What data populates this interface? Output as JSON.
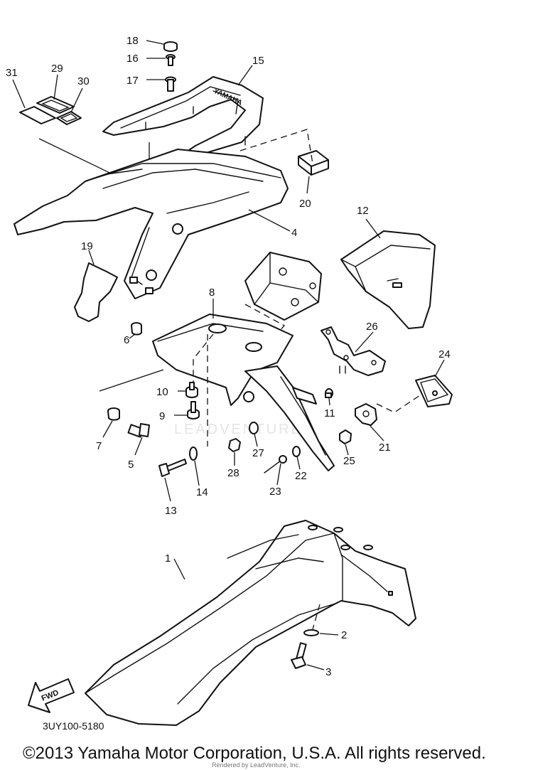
{
  "diagram": {
    "callouts": [
      {
        "id": "1",
        "label": "1"
      },
      {
        "id": "2",
        "label": "2"
      },
      {
        "id": "3",
        "label": "3"
      },
      {
        "id": "4",
        "label": "4"
      },
      {
        "id": "5",
        "label": "5"
      },
      {
        "id": "6",
        "label": "6"
      },
      {
        "id": "7",
        "label": "7"
      },
      {
        "id": "8",
        "label": "8"
      },
      {
        "id": "9",
        "label": "9"
      },
      {
        "id": "10",
        "label": "10"
      },
      {
        "id": "11",
        "label": "11"
      },
      {
        "id": "12",
        "label": "12"
      },
      {
        "id": "13",
        "label": "13"
      },
      {
        "id": "14",
        "label": "14"
      },
      {
        "id": "15",
        "label": "15"
      },
      {
        "id": "16",
        "label": "16"
      },
      {
        "id": "17",
        "label": "17"
      },
      {
        "id": "18",
        "label": "18"
      },
      {
        "id": "19",
        "label": "19"
      },
      {
        "id": "20",
        "label": "20"
      },
      {
        "id": "21",
        "label": "21"
      },
      {
        "id": "22",
        "label": "22"
      },
      {
        "id": "23",
        "label": "23"
      },
      {
        "id": "24",
        "label": "24"
      },
      {
        "id": "25",
        "label": "25"
      },
      {
        "id": "26",
        "label": "26"
      },
      {
        "id": "27",
        "label": "27"
      },
      {
        "id": "28",
        "label": "28"
      },
      {
        "id": "29",
        "label": "29"
      },
      {
        "id": "30",
        "label": "30"
      },
      {
        "id": "31",
        "label": "31"
      }
    ],
    "fwd_label": "FWD",
    "watermark": "LEADVENTURE",
    "diagram_code": "3UY100-5180",
    "copyright": "©2013 Yamaha Motor Corporation, U.S.A. All rights reserved.",
    "rendered_by": "Rendered by LeadVenture, Inc."
  }
}
